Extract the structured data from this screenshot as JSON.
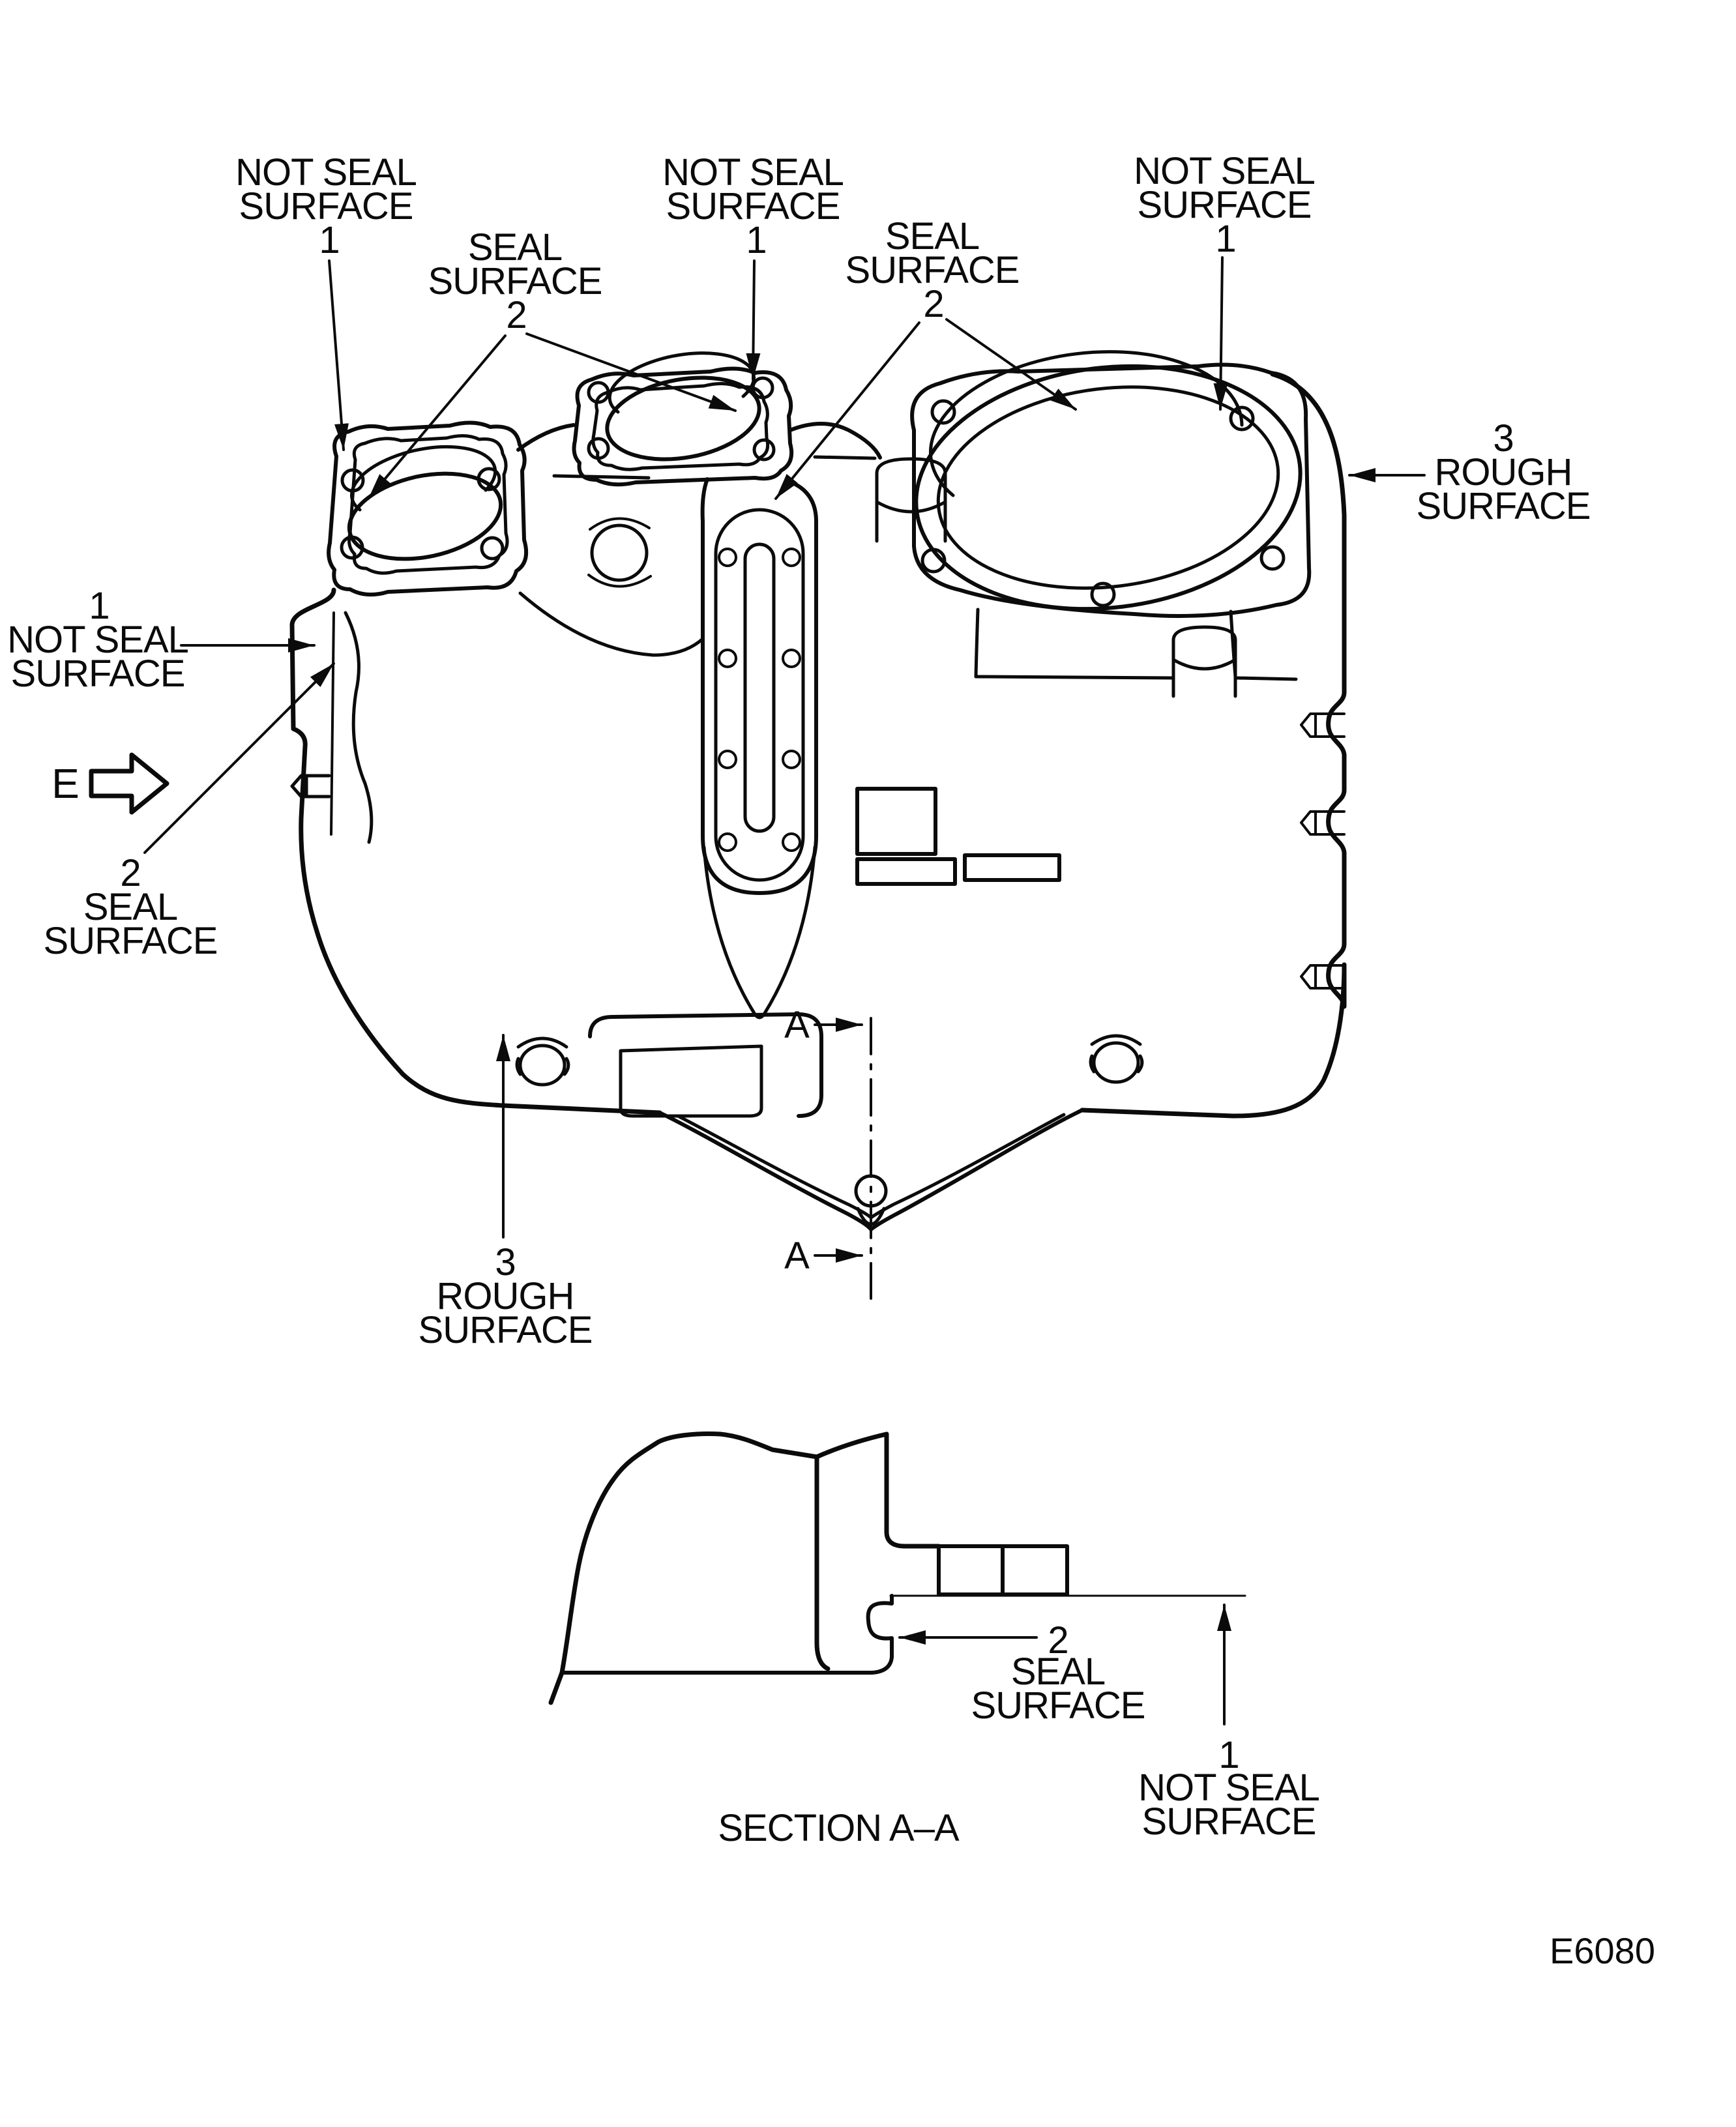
{
  "figure": {
    "id_code": "E6080",
    "section_caption": "SECTION A–A",
    "view_direction_label": "E",
    "cut_marker": "A",
    "surface_legend": [
      {
        "ref": "1",
        "name": "NOT SEAL SURFACE"
      },
      {
        "ref": "2",
        "name": "SEAL SURFACE"
      },
      {
        "ref": "3",
        "name": "ROUGH SURFACE"
      }
    ]
  },
  "callouts": {
    "top_left_not_seal": {
      "line1": "NOT SEAL",
      "line2": "SURFACE",
      "ref": "1"
    },
    "top_left_seal": {
      "line1": "SEAL",
      "line2": "SURFACE",
      "ref": "2"
    },
    "top_center_not_seal": {
      "line1": "NOT SEAL",
      "line2": "SURFACE",
      "ref": "1"
    },
    "top_center_seal": {
      "line1": "SEAL",
      "line2": "SURFACE",
      "ref": "2"
    },
    "top_right_not_seal": {
      "line1": "NOT SEAL",
      "line2": "SURFACE",
      "ref": "1"
    },
    "right_rough": {
      "ref": "3",
      "line1": "ROUGH",
      "line2": "SURFACE"
    },
    "left_not_seal": {
      "ref": "1",
      "line1": "NOT SEAL",
      "line2": "SURFACE"
    },
    "left_seal": {
      "ref": "2",
      "line1": "SEAL",
      "line2": "SURFACE"
    },
    "bottom_rough": {
      "ref": "3",
      "line1": "ROUGH",
      "line2": "SURFACE"
    },
    "section_seal": {
      "ref": "2",
      "line1": "SEAL",
      "line2": "SURFACE"
    },
    "section_not_seal": {
      "ref": "1",
      "line1": "NOT SEAL",
      "line2": "SURFACE"
    }
  }
}
